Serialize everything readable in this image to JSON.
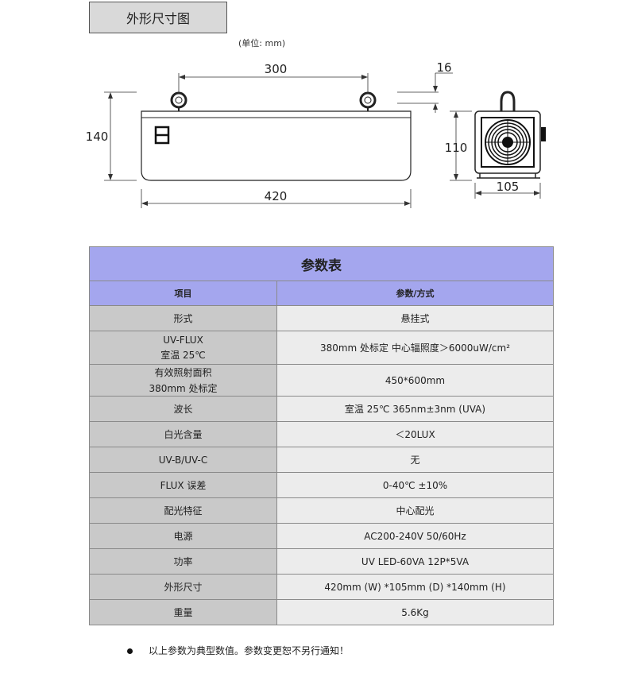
{
  "header": {
    "title": "外形尺寸图",
    "unit": "(单位: mm)"
  },
  "drawing": {
    "dim_300": "300",
    "dim_16": "16",
    "dim_140": "140",
    "dim_420": "420",
    "dim_110": "110",
    "dim_105": "105"
  },
  "table": {
    "title": "参数表",
    "col_item": "项目",
    "col_value": "参数/方式",
    "rows": [
      {
        "label": "形式",
        "label2": "",
        "value": "悬挂式"
      },
      {
        "label": "UV-FLUX",
        "label2": "室温 25℃",
        "value": "380mm 处标定  中心辐照度＞6000uW/cm²"
      },
      {
        "label": "有效照射面积",
        "label2": "380mm 处标定",
        "value": "450*600mm"
      },
      {
        "label": "波长",
        "label2": "",
        "value": "室温 25℃      365nm±3nm (UVA)"
      },
      {
        "label": "白光含量",
        "label2": "",
        "value": "＜20LUX"
      },
      {
        "label": "UV-B/UV-C",
        "label2": "",
        "value": "无"
      },
      {
        "label": "FLUX 误差",
        "label2": "",
        "value": "0-40℃  ±10%"
      },
      {
        "label": "配光特征",
        "label2": "",
        "value": "中心配光"
      },
      {
        "label": "电源",
        "label2": "",
        "value": "AC200-240V    50/60Hz"
      },
      {
        "label": "功率",
        "label2": "",
        "value": "UV LED-60VA   12P*5VA"
      },
      {
        "label": "外形尺寸",
        "label2": "",
        "value": "420mm (W) *105mm (D) *140mm (H)"
      },
      {
        "label": "重量",
        "label2": "",
        "value": "5.6Kg"
      }
    ]
  },
  "footnote": "以上参数为典型数值。参数变更恕不另行通知！"
}
